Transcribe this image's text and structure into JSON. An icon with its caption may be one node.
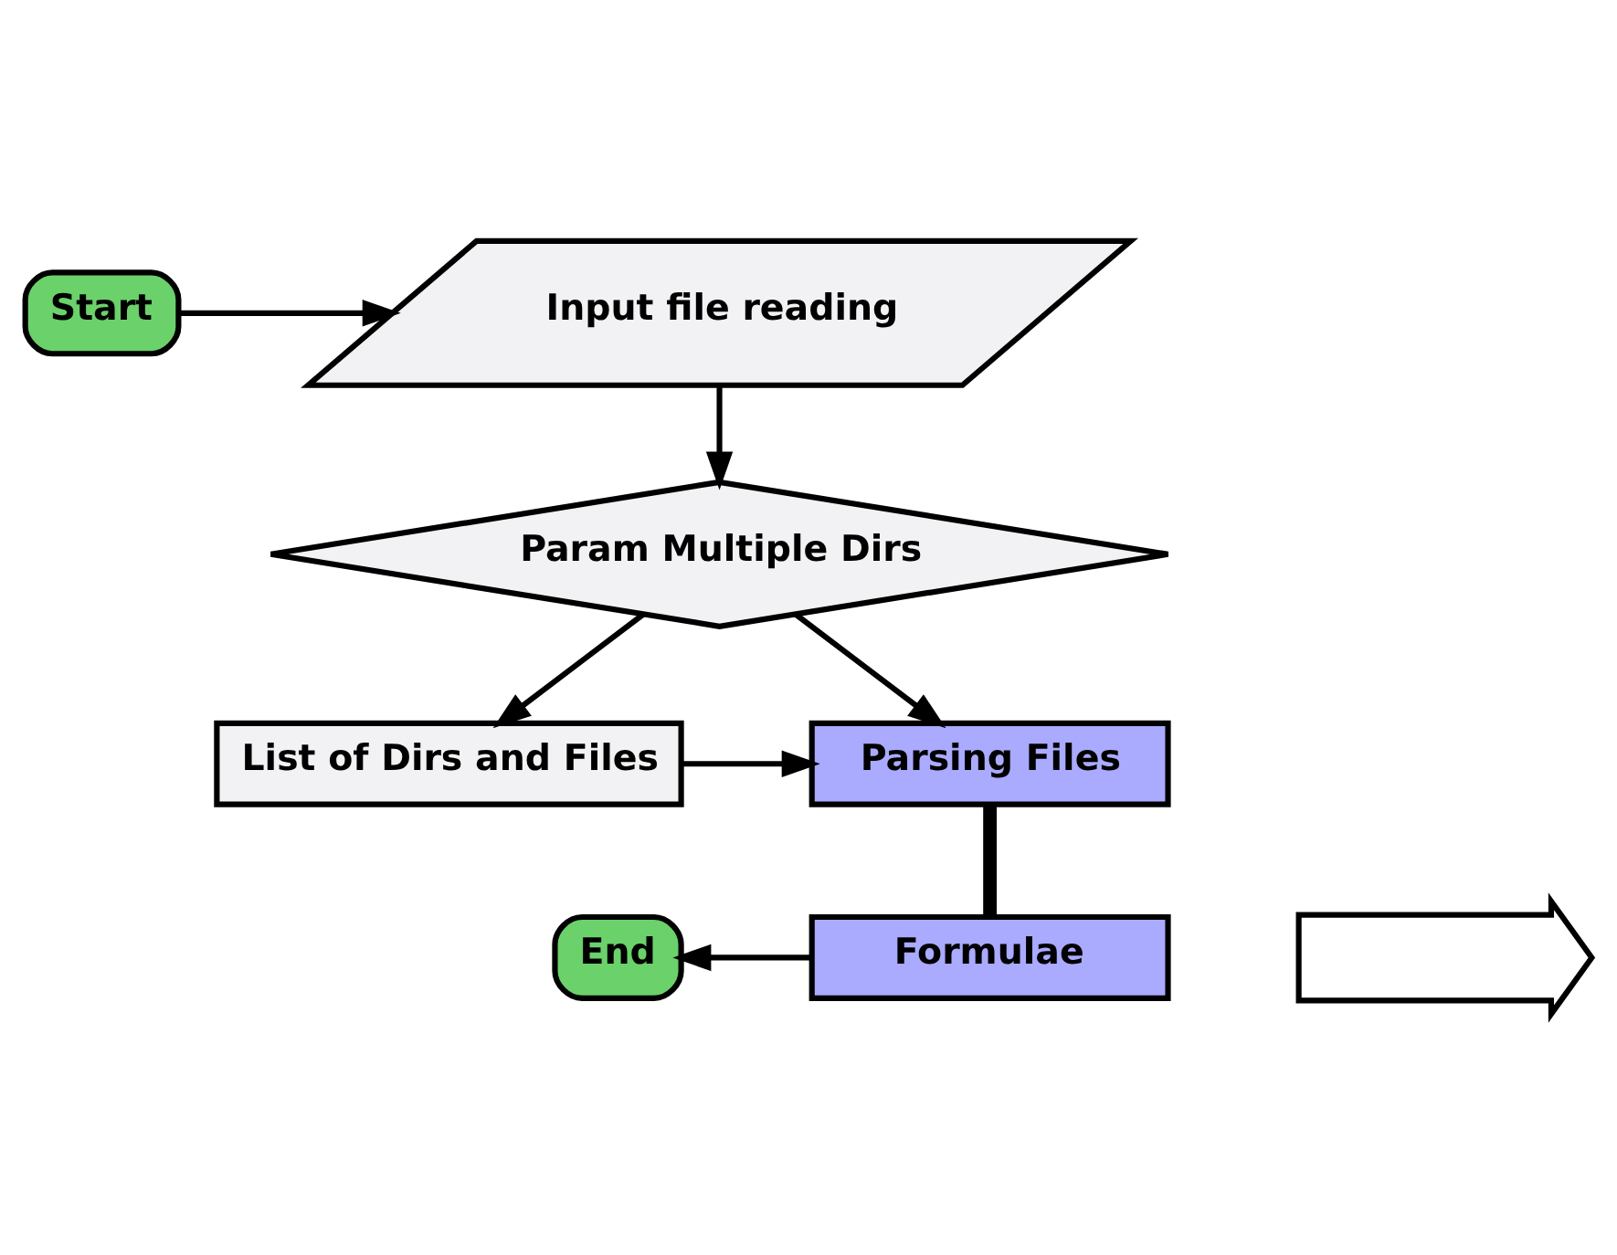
{
  "diagram": {
    "nodes": [
      {
        "text": [
          "Start"
        ]
      },
      {
        "text": [
          "Input file reading"
        ]
      },
      {
        "text": [
          "Param Multiple Dirs"
        ]
      },
      {
        "text": [
          "List of Dirs and Files"
        ]
      },
      {
        "text": [
          "Parsing Files"
        ]
      },
      {
        "text": [
          "Formulae"
        ]
      },
      {
        "text": [
          "End"
        ]
      },
      {
        "text": [],
        "shape": "arrow"
      }
    ],
    "edges": [
      {
        "from": 0,
        "to": 1,
        "arrow": "to"
      },
      {
        "from": 1,
        "to": 2,
        "arrow": "to"
      },
      {
        "from": 2,
        "to": 3,
        "arrow": "to"
      },
      {
        "from": 2,
        "to": 4,
        "arrow": "to"
      },
      {
        "from": 3,
        "to": 4,
        "arrow": "to"
      },
      {
        "from": 4,
        "to": 5,
        "arrow": "none",
        "style": "thick"
      },
      {
        "from": 5,
        "to": 6,
        "arrow": "to"
      }
    ]
  }
}
